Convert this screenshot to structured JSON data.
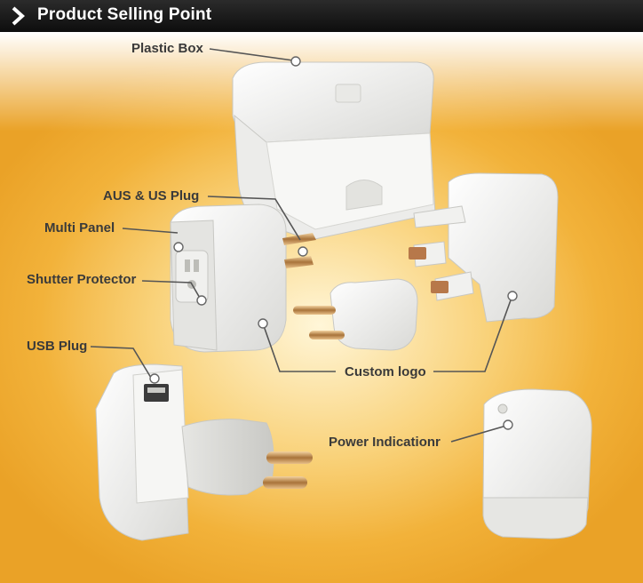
{
  "header": {
    "title": "Product Selling Point",
    "icon": "chevron-right-icon"
  },
  "callouts": {
    "plastic_box": "Plastic Box",
    "aus_us_plug": "AUS & US Plug",
    "multi_panel": "Multi Panel",
    "shutter_protector": "Shutter Protector",
    "usb_plug": "USB Plug",
    "custom_logo": "Custom logo",
    "power_indication": "Power Indicationr"
  },
  "colors": {
    "header_bg": "#111111",
    "background_accent": "#f2b23a",
    "product_white": "#f4f4f2",
    "label_text": "#3a3a3a"
  }
}
